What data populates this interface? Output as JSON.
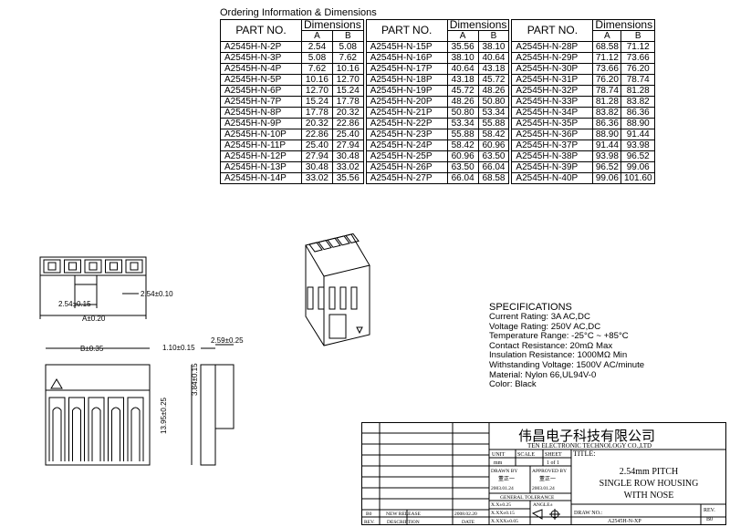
{
  "ordering": {
    "title": "Ordering Information & Dimensions",
    "headers": {
      "part_no": "PART NO.",
      "dimensions": "Dimensions",
      "a": "A",
      "b": "B"
    },
    "rows": [
      [
        [
          "A2545H-N-2P",
          "2.54",
          "5.08"
        ],
        [
          "A2545H-N-15P",
          "35.56",
          "38.10"
        ],
        [
          "A2545H-N-28P",
          "68.58",
          "71.12"
        ]
      ],
      [
        [
          "A2545H-N-3P",
          "5.08",
          "7.62"
        ],
        [
          "A2545H-N-16P",
          "38.10",
          "40.64"
        ],
        [
          "A2545H-N-29P",
          "71.12",
          "73.66"
        ]
      ],
      [
        [
          "A2545H-N-4P",
          "7.62",
          "10.16"
        ],
        [
          "A2545H-N-17P",
          "40.64",
          "43.18"
        ],
        [
          "A2545H-N-30P",
          "73.66",
          "76.20"
        ]
      ],
      [
        [
          "A2545H-N-5P",
          "10.16",
          "12.70"
        ],
        [
          "A2545H-N-18P",
          "43.18",
          "45.72"
        ],
        [
          "A2545H-N-31P",
          "76.20",
          "78.74"
        ]
      ],
      [
        [
          "A2545H-N-6P",
          "12.70",
          "15.24"
        ],
        [
          "A2545H-N-19P",
          "45.72",
          "48.26"
        ],
        [
          "A2545H-N-32P",
          "78.74",
          "81.28"
        ]
      ],
      [
        [
          "A2545H-N-7P",
          "15.24",
          "17.78"
        ],
        [
          "A2545H-N-20P",
          "48.26",
          "50.80"
        ],
        [
          "A2545H-N-33P",
          "81.28",
          "83.82"
        ]
      ],
      [
        [
          "A2545H-N-8P",
          "17.78",
          "20.32"
        ],
        [
          "A2545H-N-21P",
          "50.80",
          "53.34"
        ],
        [
          "A2545H-N-34P",
          "83.82",
          "86.36"
        ]
      ],
      [
        [
          "A2545H-N-9P",
          "20.32",
          "22.86"
        ],
        [
          "A2545H-N-22P",
          "53.34",
          "55.88"
        ],
        [
          "A2545H-N-35P",
          "86.36",
          "88.90"
        ]
      ],
      [
        [
          "A2545H-N-10P",
          "22.86",
          "25.40"
        ],
        [
          "A2545H-N-23P",
          "55.88",
          "58.42"
        ],
        [
          "A2545H-N-36P",
          "88.90",
          "91.44"
        ]
      ],
      [
        [
          "A2545H-N-11P",
          "25.40",
          "27.94"
        ],
        [
          "A2545H-N-24P",
          "58.42",
          "60.96"
        ],
        [
          "A2545H-N-37P",
          "91.44",
          "93.98"
        ]
      ],
      [
        [
          "A2545H-N-12P",
          "27.94",
          "30.48"
        ],
        [
          "A2545H-N-25P",
          "60.96",
          "63.50"
        ],
        [
          "A2545H-N-38P",
          "93.98",
          "96.52"
        ]
      ],
      [
        [
          "A2545H-N-13P",
          "30.48",
          "33.02"
        ],
        [
          "A2545H-N-26P",
          "63.50",
          "66.04"
        ],
        [
          "A2545H-N-39P",
          "96.52",
          "99.06"
        ]
      ],
      [
        [
          "A2545H-N-14P",
          "33.02",
          "35.56"
        ],
        [
          "A2545H-N-27P",
          "66.04",
          "68.58"
        ],
        [
          "A2545H-N-40P",
          "99.06",
          "101.60"
        ]
      ]
    ]
  },
  "dims": {
    "pitch": "2.54±0.10",
    "pitch2": "2.54±0.15",
    "a": "A±0.20",
    "b": "B±0.35",
    "side1": "1.10±0.15",
    "side2": "2.59±0.25",
    "height": "13.95±0.25",
    "nose": "3.84±0.15"
  },
  "specs": {
    "title": "SPECIFICATIONS",
    "lines": [
      "Current Rating: 3A AC,DC",
      "Voltage Rating: 250V AC,DC",
      "Temperature Range: -25°C ~ +85°C",
      "Contact Resistance: 20mΩ Max",
      "Insulation Resistance: 1000MΩ Min",
      "Withstanding Voltage: 1500V AC/minute",
      "Material: Nylon 66,UL94V-0",
      "Color: Black"
    ]
  },
  "title_block": {
    "company_cn": "伟昌电子科技有限公司",
    "company_en": "TEN ELECTRONIC TECHNOLOGY CO.,LTD",
    "title_label": "TITLE:",
    "title_lines": [
      "2.54mm PITCH",
      "SINGLE ROW HOUSING",
      "WITH NOSE"
    ],
    "unit": "UNIT",
    "scale": "SCALE",
    "sheet": "SHEET",
    "unit_val": "mm",
    "sheet_val": "1 of 1",
    "drawn_by": "DRAWN BY",
    "approved_by": "APPROVED BY",
    "drawn_name": "董正一",
    "approved_name": "董正一",
    "drawn_date": "2003.01.24",
    "approved_date": "2003.01.24",
    "gen_tol": "GENERAL TOLERANCE",
    "tol1": "X.X±0.25",
    "tol2": "X.XX±0.15",
    "tol3": "X.XXX±0.05",
    "angle": "ANGLE±",
    "rev_row": [
      "B0",
      "NEW RELEASE",
      "2008.02.20"
    ],
    "rev_hdr": [
      "REV.",
      "DESCRIPTION",
      "DATE"
    ],
    "drawno_label": "DRAW NO.:",
    "drawno": "A2545H-N-XP",
    "rev_label": "REV.",
    "rev_val": "B0"
  }
}
